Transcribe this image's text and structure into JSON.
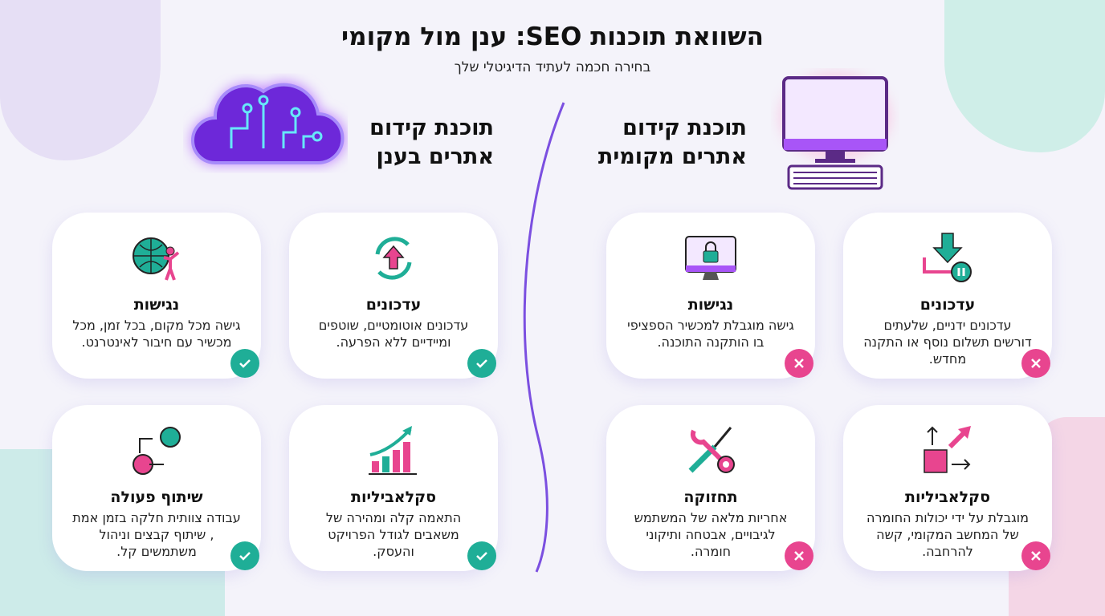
{
  "header": {
    "title": "השוואת תוכנות SEO: ענן מול מקומי",
    "subtitle": "בחירה חכמה לעתיד הדיגיטלי שלך"
  },
  "colors": {
    "check": "#1fae97",
    "cross": "#e8458f",
    "divider": "#7b4fe0",
    "accent_purple": "#8b5cf6",
    "accent_pink": "#e8458f",
    "accent_teal": "#1fae97"
  },
  "cloud": {
    "heading_line1": "תוכנת קידום",
    "heading_line2": "אתרים בענן",
    "icon": "cloud-circuit-icon",
    "cards": [
      {
        "title": "עדכונים",
        "desc": "עדכונים אוטומטיים, שוטפים ומיידיים ללא הפרעה.",
        "icon": "refresh-upload-icon",
        "status": "check"
      },
      {
        "title": "נגישות",
        "desc": "גישה מכל מקום, בכל זמן, מכל מכשיר עם חיבור לאינטרנט.",
        "icon": "globe-person-icon",
        "status": "check"
      },
      {
        "title": "סקלאביליות",
        "desc": "התאמה קלה ומהירה של משאבים לגודל הפרויקט והעסק.",
        "icon": "growth-chart-icon",
        "status": "check"
      },
      {
        "title": "שיתוף פעולה",
        "desc": "עבודה צוותית חלקה בזמן אמת , שיתוף קבצים וניהול משתמשים קל.",
        "icon": "users-exchange-icon",
        "status": "check"
      }
    ]
  },
  "local": {
    "heading_line1": "תוכנת קידום",
    "heading_line2": "אתרים מקומית",
    "icon": "desktop-computer-icon",
    "cards": [
      {
        "title": "עדכונים",
        "desc": "עדכונים ידניים, שלעתים דורשים תשלום נוסף או התקנה מחדש.",
        "icon": "download-pause-icon",
        "status": "cross"
      },
      {
        "title": "נגישות",
        "desc": "גישה מוגבלת למכשיר הספציפי בו הותקנה התוכנה.",
        "icon": "monitor-lock-icon",
        "status": "cross"
      },
      {
        "title": "סקלאביליות",
        "desc": "מוגבלת על ידי יכולות החומרה של המחשב המקומי, קשה להרחבה.",
        "icon": "scale-box-icon",
        "status": "cross"
      },
      {
        "title": "תחזוקה",
        "desc": "אחריות מלאה של המשתמש לגיבויים, אבטחה ותיקוני חומרה.",
        "icon": "tools-gear-icon",
        "status": "cross"
      }
    ]
  }
}
